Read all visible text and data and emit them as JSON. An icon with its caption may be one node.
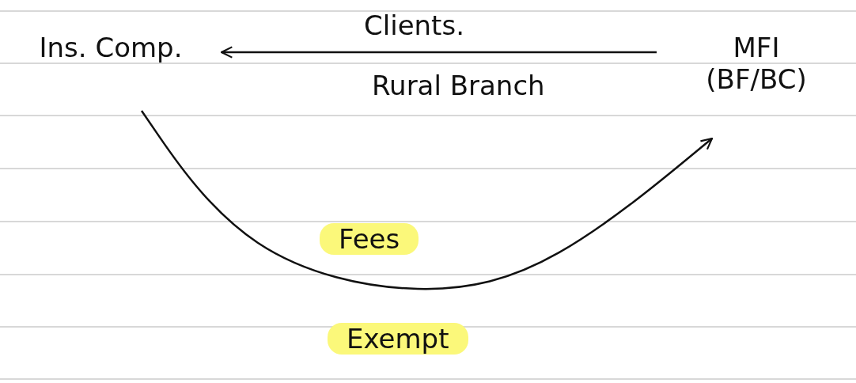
{
  "diagram": {
    "nodes": [
      {
        "text": [
          "Ins. Comp."
        ]
      },
      {
        "text": [
          "MFI",
          "(BF/BC)"
        ]
      }
    ],
    "edges": [
      {
        "from": 1,
        "to": 0,
        "arrow": "to",
        "label": "Clients."
      },
      {
        "from": 0,
        "to": 1,
        "arrow": "to"
      }
    ],
    "labels": [
      "Rural Branch",
      "Fees",
      "Exempt"
    ]
  }
}
